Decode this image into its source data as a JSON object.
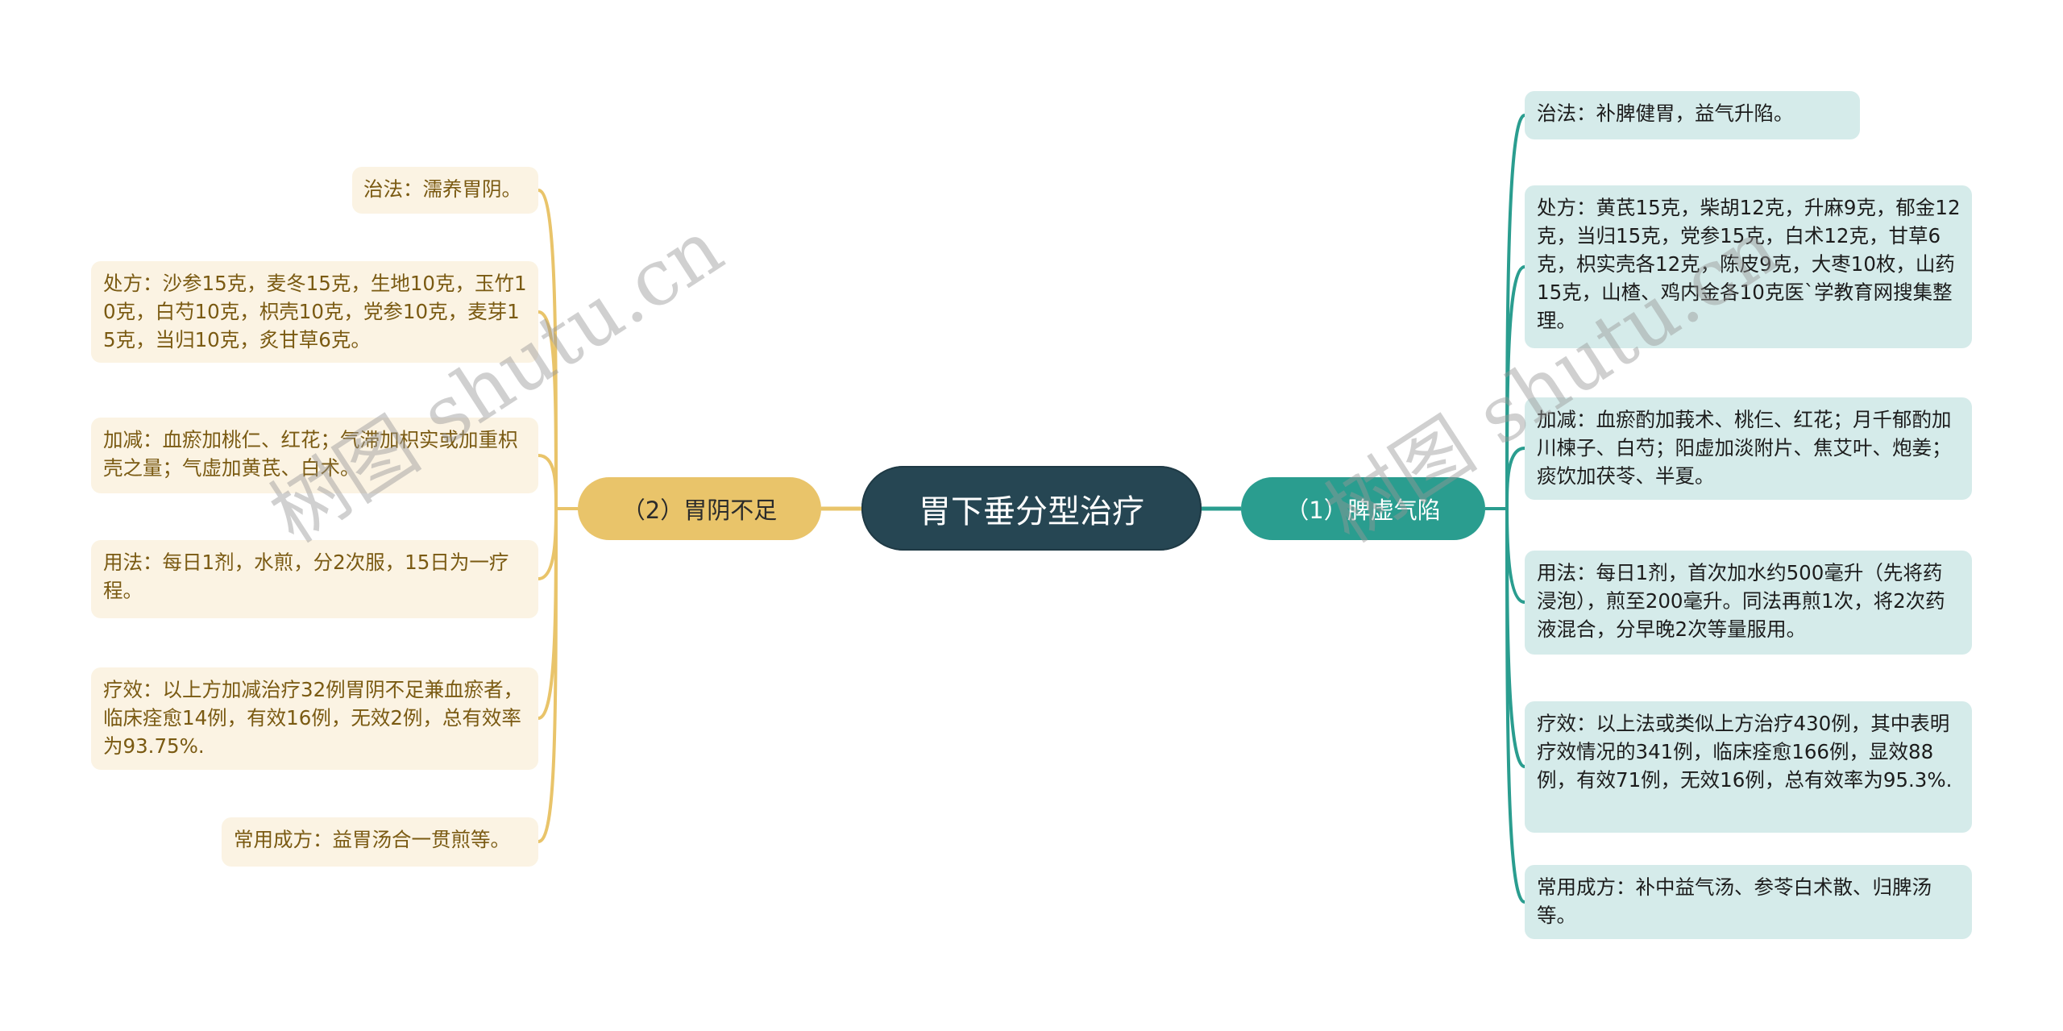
{
  "root": {
    "label": "胃下垂分型治疗",
    "color": "#264653"
  },
  "branches": {
    "left": {
      "label": "（2）胃阴不足",
      "color": "#e9c46a",
      "items": [
        {
          "text": "治法：濡养胃阴。"
        },
        {
          "text": "处方：沙参15克，麦冬15克，生地10克，玉竹10克，白芍10克，枳壳10克，党参10克，麦芽15克，当归10克，炙甘草6克。"
        },
        {
          "text": "加减：血瘀加桃仁、红花；气滞加枳实或加重枳壳之量；气虚加黄芪、白术。"
        },
        {
          "text": "用法：每日1剂，水煎，分2次服，15日为一疗程。"
        },
        {
          "text": "疗效：以上方加减治疗32例胃阴不足兼血瘀者，临床痊愈14例，有效16例，无效2例，总有效率为93.75%."
        },
        {
          "text": "常用成方：益胃汤合一贯煎等。"
        }
      ]
    },
    "right": {
      "label": "（1）脾虚气陷",
      "color": "#2a9d8f",
      "items": [
        {
          "text": "治法：补脾健胃，益气升陷。"
        },
        {
          "text": "处方：黄芪15克，柴胡12克，升麻9克，郁金12克，当归15克，党参15克，白术12克，甘草6克，枳实壳各12克，陈皮9克，大枣10枚，山药15克，山楂、鸡内金各10克医`学教育网搜集整理。"
        },
        {
          "text": "加减：血瘀酌加莪术、桃仨、红花；月千郁酌加川楝子、白芍；阳虚加淡附片、焦艾叶、炮姜；痰饮加茯苓、半夏。"
        },
        {
          "text": "用法：每日1剂，首次加水约500毫升（先将药浸泡），煎至200毫升。同法再煎1次，将2次药液混合，分早晚2次等量服用。"
        },
        {
          "text": "疗效：以上法或类似上方治疗430例，其中表明疗效情况的341例，临床痊愈166例，显效88例，有效71例，无效16例，总有效率为95.3%."
        },
        {
          "text": "常用成方：补中益气汤、参苓白术散、归脾汤等。"
        }
      ]
    }
  },
  "watermarks": [
    {
      "text": "树图 shutu.cn"
    },
    {
      "text": "树图 shutu.cn"
    }
  ]
}
